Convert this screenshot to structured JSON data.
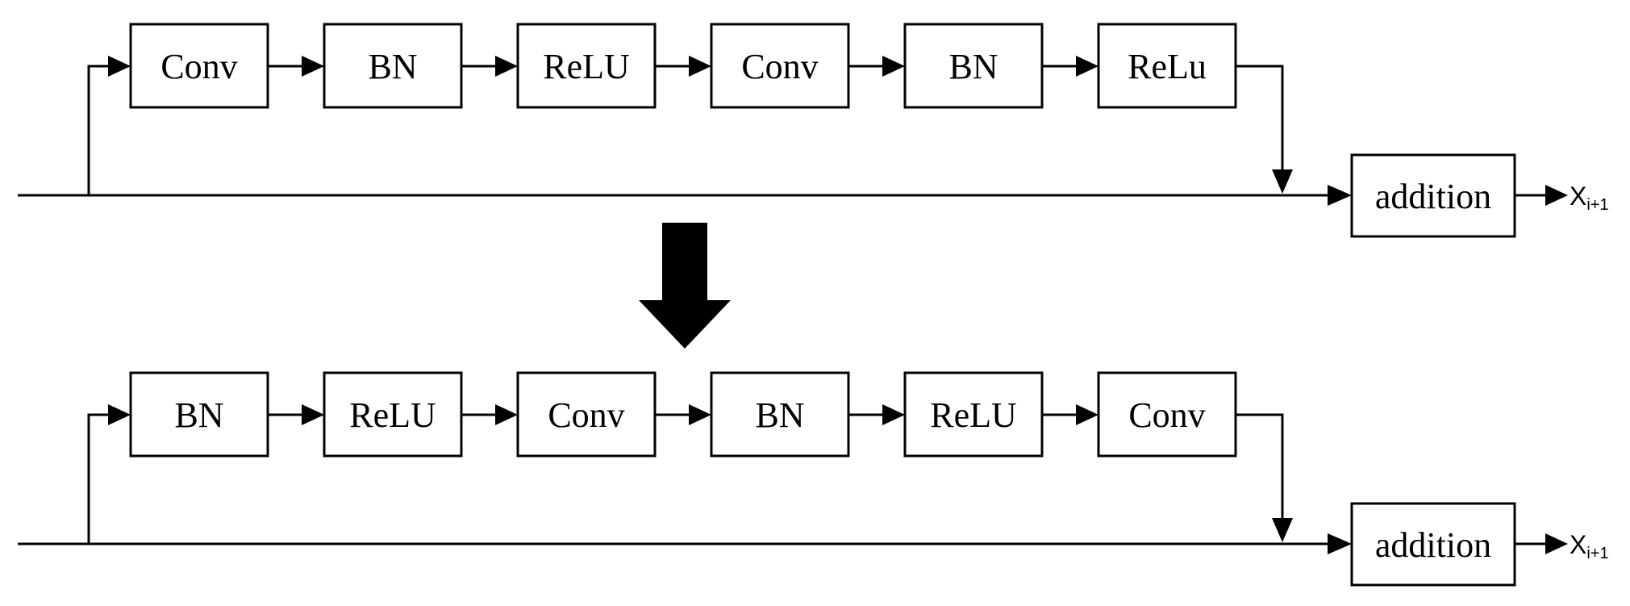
{
  "top_row": {
    "blocks": [
      "Conv",
      "BN",
      "ReLU",
      "Conv",
      "BN",
      "ReLu"
    ],
    "sum_label": "addition",
    "output": {
      "base": "X",
      "subscript": "i+1"
    }
  },
  "bottom_row": {
    "blocks": [
      "BN",
      "ReLU",
      "Conv",
      "BN",
      "ReLU",
      "Conv"
    ],
    "sum_label": "addition",
    "output": {
      "base": "X",
      "subscript": "i+1"
    }
  }
}
